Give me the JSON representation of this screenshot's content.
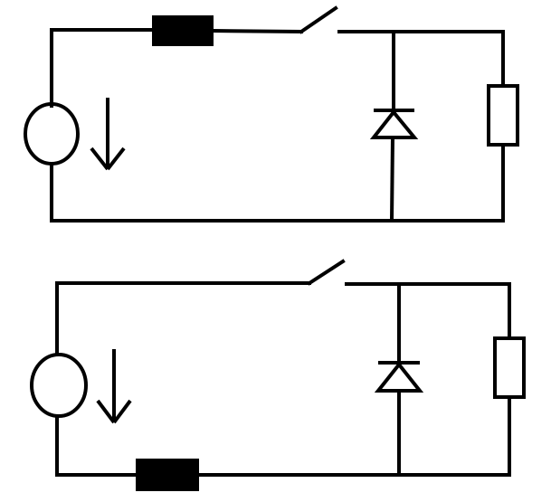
{
  "diagram": {
    "type": "circuit-schematic",
    "background": "#ffffff",
    "line_color": "#000000",
    "circuits": [
      {
        "id": "circuit-top",
        "components": [
          "current-source",
          "inductor",
          "switch",
          "diode",
          "resistor"
        ],
        "inductor_position": "top-wire",
        "source_arrow_direction": "down"
      },
      {
        "id": "circuit-bottom",
        "components": [
          "current-source",
          "inductor",
          "switch",
          "diode",
          "resistor"
        ],
        "inductor_position": "bottom-wire",
        "source_arrow_direction": "down"
      }
    ]
  }
}
